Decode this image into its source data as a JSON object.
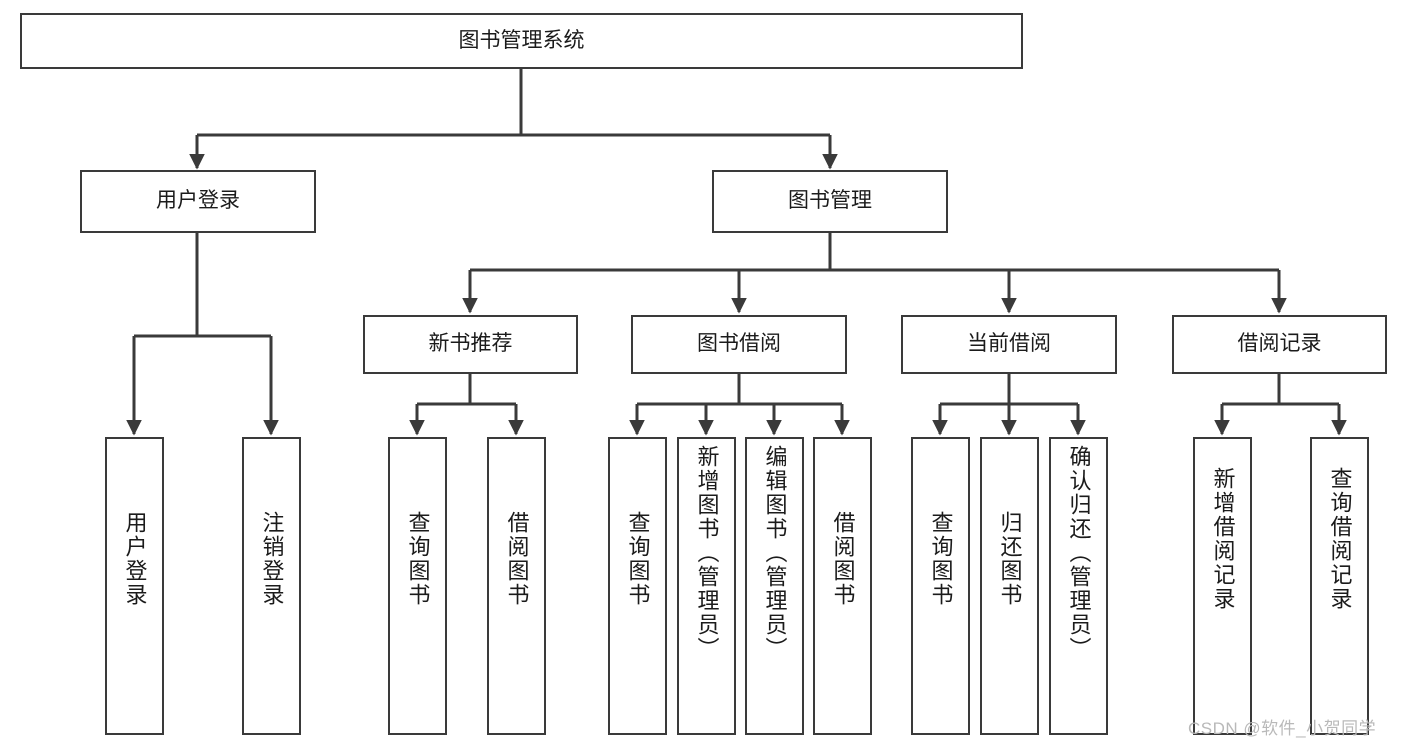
{
  "diagram": {
    "type": "tree-hierarchy",
    "title": "图书管理系统",
    "orientation": "top-down",
    "style": {
      "box_border_color": "#3a3a3a",
      "box_fill_color": "#ffffff",
      "edge_color": "#3a3a3a",
      "text_color": "#1b1b1b",
      "background_color": "#ffffff"
    },
    "root": {
      "id": "root",
      "label": "图书管理系统"
    },
    "level1": [
      {
        "id": "user-login",
        "label": "用户登录"
      },
      {
        "id": "book-management",
        "label": "图书管理"
      }
    ],
    "level2": [
      {
        "id": "new-book-recommend",
        "label": "新书推荐",
        "parent": "book-management"
      },
      {
        "id": "book-borrow",
        "label": "图书借阅",
        "parent": "book-management"
      },
      {
        "id": "current-borrow",
        "label": "当前借阅",
        "parent": "book-management"
      },
      {
        "id": "borrow-record",
        "label": "借阅记录",
        "parent": "book-management"
      }
    ],
    "leaves": [
      {
        "id": "leaf-user-login",
        "label": "用户登录",
        "parent": "user-login"
      },
      {
        "id": "leaf-logout-login",
        "label": "注销登录",
        "parent": "user-login"
      },
      {
        "id": "leaf-query-book-1",
        "label": "查询图书",
        "parent": "new-book-recommend"
      },
      {
        "id": "leaf-borrow-book-1",
        "label": "借阅图书",
        "parent": "new-book-recommend"
      },
      {
        "id": "leaf-query-book-2",
        "label": "查询图书",
        "parent": "book-borrow"
      },
      {
        "id": "leaf-add-book",
        "label": "新增图书（管理员）",
        "parent": "book-borrow"
      },
      {
        "id": "leaf-edit-book",
        "label": "编辑图书（管理员）",
        "parent": "book-borrow"
      },
      {
        "id": "leaf-borrow-book-2",
        "label": "借阅图书",
        "parent": "book-borrow"
      },
      {
        "id": "leaf-query-book-3",
        "label": "查询图书",
        "parent": "current-borrow"
      },
      {
        "id": "leaf-return-book",
        "label": "归还图书",
        "parent": "current-borrow"
      },
      {
        "id": "leaf-confirm-return",
        "label": "确认归还（管理员）",
        "parent": "current-borrow"
      },
      {
        "id": "leaf-add-record",
        "label": "新增借阅记录",
        "parent": "borrow-record"
      },
      {
        "id": "leaf-query-record",
        "label": "查询借阅记录",
        "parent": "borrow-record"
      }
    ]
  },
  "watermark": {
    "text": "CSDN @软件_小贺同学"
  }
}
